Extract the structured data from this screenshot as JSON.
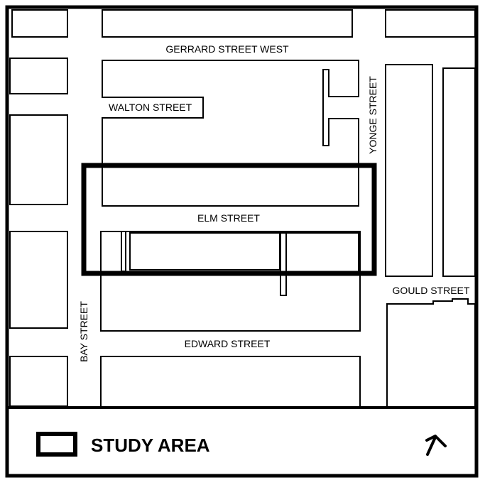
{
  "map": {
    "streets": {
      "gerrard": "GERRARD STREET WEST",
      "walton": "WALTON STREET",
      "elm": "ELM STREET",
      "edward": "EDWARD STREET",
      "gould": "GOULD STREET",
      "bay": "BAY STREET",
      "yonge": "YONGE STREET"
    },
    "colors": {
      "line": "#000000",
      "background": "#ffffff"
    }
  },
  "legend": {
    "study_area_label": "STUDY AREA",
    "north_arrow_icon": "north-arrow-icon"
  }
}
